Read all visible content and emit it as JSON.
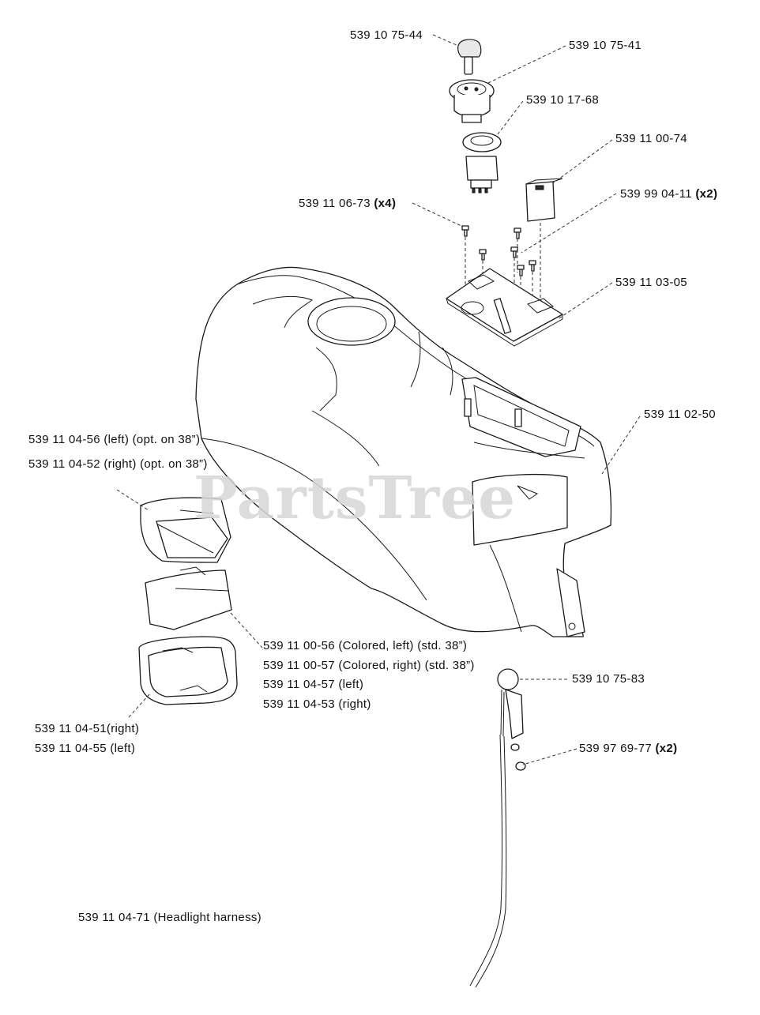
{
  "watermark": "PartsTree",
  "labels": {
    "key": "539 10 75-44",
    "ignition_switch": "539 10 75-41",
    "pto_switch": "539 10 17-68",
    "cover": "539 11 00-74",
    "screws_x4": {
      "part": "539 11 06-73",
      "qty": "(x4)"
    },
    "screws_x2": {
      "part": "539 99 04-11",
      "qty": "(x2)"
    },
    "plate": "539 11 03-05",
    "hood": "539 11 02-50",
    "lens_left_opt": "539 11 04-56 (left) (opt. on 38”)",
    "lens_right_opt": "539 11 04-52 (right) (opt. on 38”)",
    "lens_colored_left": "539 11 00-56 (Colored, left) (std. 38”)",
    "lens_colored_right": "539 11 00-57 (Colored, right) (std. 38”)",
    "lens_left": "539 11 04-57 (left)",
    "lens_right": "539 11 04-53 (right)",
    "bezel_right": "539 11 04-51(right)",
    "bezel_left": "539 11 04-55 (left)",
    "bulb": "539 10 75-83",
    "nuts_x2": {
      "part": "539 97 69-77",
      "qty": "(x2)"
    },
    "harness": "539 11 04-71 (Headlight harness)"
  }
}
